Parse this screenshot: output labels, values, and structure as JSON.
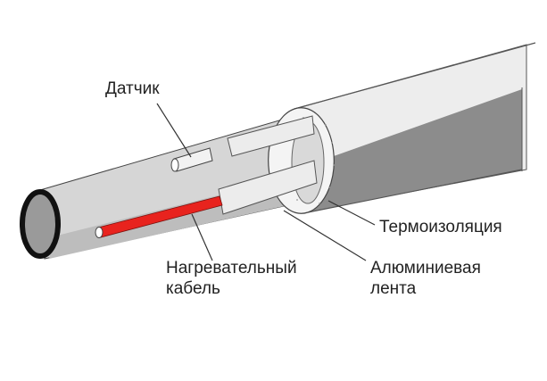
{
  "labels": {
    "sensor": "Датчик",
    "insulation": "Термоизоляция",
    "heating_cable_line1": "Нагревательный",
    "heating_cable_line2": "кабель",
    "aluminium_tape_line1": "Алюминиевая",
    "aluminium_tape_line2": "лента"
  },
  "colors": {
    "heating_cable": "#e8231e",
    "pipe": "#d6d6d6",
    "insulation_shade": "#8c8c8c"
  }
}
